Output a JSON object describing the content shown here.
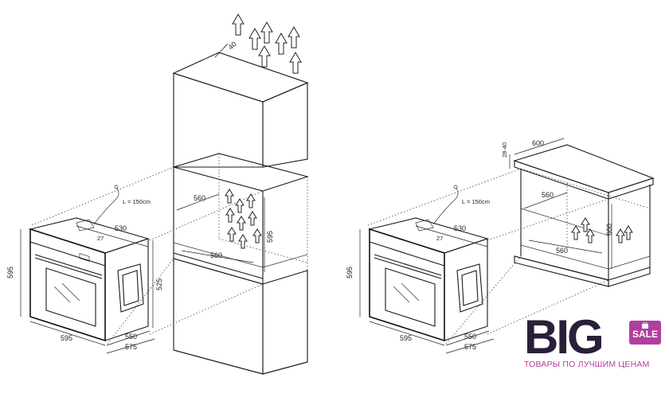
{
  "left_diagram": {
    "cable_label": "L = 150cm",
    "oven_dims": {
      "width": "595",
      "height": "595",
      "depth_body": "550",
      "depth_total": "575",
      "top_depth": "530",
      "side_height": "525",
      "top_gap": "27"
    },
    "cabinet_dims": {
      "top_gap": "40",
      "niche_width": "560",
      "niche_width_bottom": "560",
      "niche_height": "595"
    }
  },
  "right_diagram": {
    "cable_label": "L = 150cm",
    "oven_dims": {
      "width": "595",
      "height": "595",
      "depth_body": "550",
      "depth_total": "575",
      "top_depth": "530",
      "top_gap": "27"
    },
    "counter_dims": {
      "gap": "28-40",
      "depth": "600",
      "niche_width": "560",
      "niche_width_bottom": "560",
      "niche_height": "600"
    }
  },
  "logo": {
    "word": "BIG",
    "badge": "SALE",
    "tagline": "ТОВАРЫ ПО ЛУЧШИМ ЦЕНАМ",
    "colors": {
      "dark": "#2a1f3a",
      "accent": "#b13f9e"
    }
  }
}
